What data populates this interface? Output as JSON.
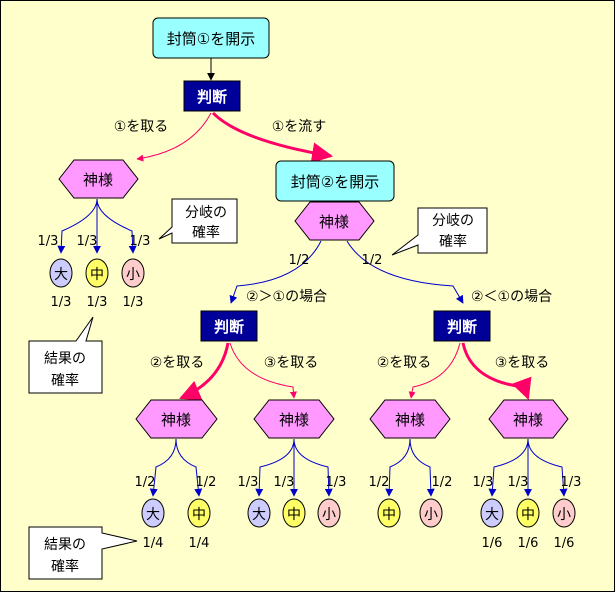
{
  "colors": {
    "background": "#ffffcc",
    "envelope_box": "#99ffff",
    "judge_box": "#000099",
    "god_hexagon": "#ff99ff",
    "big_circle": "#ccccff",
    "mid_circle": "#ffff66",
    "small_circle": "#ffcccc",
    "thick_arrow": "#ff0066",
    "blue_arrow": "#0000cc",
    "callout_box": "#ffffff"
  },
  "nodes": {
    "open_envelope_1": "封筒①を開示",
    "open_envelope_2": "封筒②を開示",
    "judge": "判断",
    "god": "神様"
  },
  "edges": {
    "take_1": "①を取る",
    "pass_1": "①を流す",
    "take_2": "②を取る",
    "take_3": "③を取る"
  },
  "outcomes": {
    "big": "大",
    "mid": "中",
    "small": "小"
  },
  "cases": {
    "case_gt": "②＞①の場合",
    "case_lt": "②＜①の場合"
  },
  "probabilities": {
    "third": "1/3",
    "half": "1/2",
    "quarter": "1/4",
    "sixth": "1/6"
  },
  "callouts": {
    "branch_prob": [
      "分岐の",
      "確率"
    ],
    "result_prob": [
      "結果の",
      "確率"
    ]
  }
}
